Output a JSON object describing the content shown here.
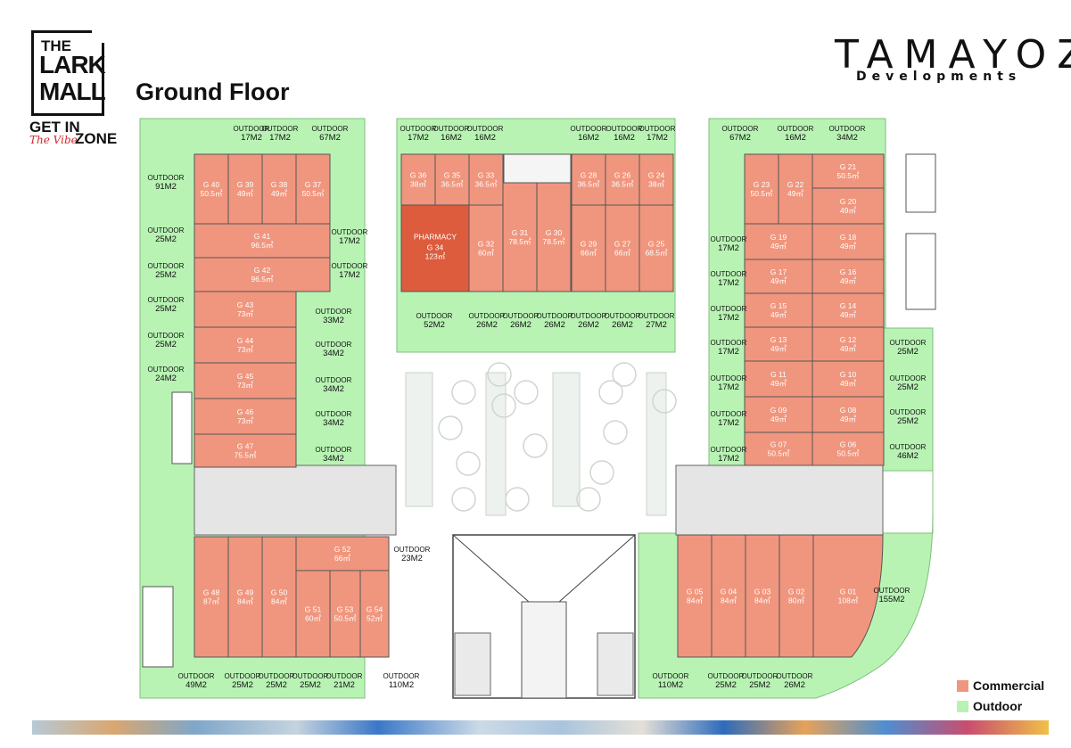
{
  "branding": {
    "mall_logo_top": "THE",
    "mall_logo_l1": "LARK",
    "mall_logo_l2": "MALL",
    "tagline_get_in": "GET IN",
    "tagline_vibe": "The Vibe",
    "tagline_zone": "ZONE",
    "developer_name": "TAMAYOZ",
    "developer_sub": "Developments"
  },
  "page_title": "Ground Floor",
  "colors": {
    "commercial": "#f0967e",
    "pharmacy": "#dd5c3e",
    "outdoor": "#b8f3b4",
    "walls": "#555555"
  },
  "legend": [
    {
      "label": "Commercial",
      "color": "#f0967e"
    },
    {
      "label": "Outdoor",
      "color": "#b8f3b4"
    }
  ],
  "units": [
    {
      "code": "G 40",
      "area": "50.5㎡"
    },
    {
      "code": "G 39",
      "area": "49㎡"
    },
    {
      "code": "G 38",
      "area": "49㎡"
    },
    {
      "code": "G 37",
      "area": "50.5㎡"
    },
    {
      "code": "G 41",
      "area": "96.5㎡"
    },
    {
      "code": "G 42",
      "area": "96.5㎡"
    },
    {
      "code": "G 43",
      "area": "73㎡"
    },
    {
      "code": "G 44",
      "area": "73㎡"
    },
    {
      "code": "G 45",
      "area": "73㎡"
    },
    {
      "code": "G 46",
      "area": "73㎡"
    },
    {
      "code": "G 47",
      "area": "75.5㎡"
    },
    {
      "code": "G 36",
      "area": "38㎡"
    },
    {
      "code": "G 35",
      "area": "36.5㎡"
    },
    {
      "code": "G 33",
      "area": "36.5㎡"
    },
    {
      "code": "G 28",
      "area": "36.5㎡"
    },
    {
      "code": "G 26",
      "area": "36.5㎡"
    },
    {
      "code": "G 24",
      "area": "38㎡"
    },
    {
      "code": "G 34",
      "area": "123㎡",
      "name": "PHARMACY"
    },
    {
      "code": "G 32",
      "area": "60㎡"
    },
    {
      "code": "G 31",
      "area": "78.5㎡"
    },
    {
      "code": "G 30",
      "area": "78.5㎡"
    },
    {
      "code": "G 29",
      "area": "66㎡"
    },
    {
      "code": "G 27",
      "area": "66㎡"
    },
    {
      "code": "G 25",
      "area": "68.5㎡"
    },
    {
      "code": "G 23",
      "area": "50.5㎡"
    },
    {
      "code": "G 22",
      "area": "49㎡"
    },
    {
      "code": "G 21",
      "area": "50.5㎡"
    },
    {
      "code": "G 20",
      "area": "49㎡"
    },
    {
      "code": "G 19",
      "area": "49㎡"
    },
    {
      "code": "G 18",
      "area": "49㎡"
    },
    {
      "code": "G 17",
      "area": "49㎡"
    },
    {
      "code": "G 16",
      "area": "49㎡"
    },
    {
      "code": "G 15",
      "area": "49㎡"
    },
    {
      "code": "G 14",
      "area": "49㎡"
    },
    {
      "code": "G 13",
      "area": "49㎡"
    },
    {
      "code": "G 12",
      "area": "49㎡"
    },
    {
      "code": "G 11",
      "area": "49㎡"
    },
    {
      "code": "G 10",
      "area": "49㎡"
    },
    {
      "code": "G 09",
      "area": "49㎡"
    },
    {
      "code": "G 08",
      "area": "49㎡"
    },
    {
      "code": "G 07",
      "area": "50.5㎡"
    },
    {
      "code": "G 06",
      "area": "50.5㎡"
    },
    {
      "code": "G 48",
      "area": "87㎡"
    },
    {
      "code": "G 49",
      "area": "84㎡"
    },
    {
      "code": "G 50",
      "area": "84㎡"
    },
    {
      "code": "G 51",
      "area": "60㎡"
    },
    {
      "code": "G 52",
      "area": "66㎡"
    },
    {
      "code": "G 53",
      "area": "50.5㎡"
    },
    {
      "code": "G 54",
      "area": "52㎡"
    },
    {
      "code": "G 05",
      "area": "84㎡"
    },
    {
      "code": "G 04",
      "area": "84㎡"
    },
    {
      "code": "G 03",
      "area": "84㎡"
    },
    {
      "code": "G 02",
      "area": "80㎡"
    },
    {
      "code": "G 01",
      "area": "108㎡"
    }
  ],
  "outdoor_labels": [
    {
      "name": "OUTDOOR",
      "size": "17M2"
    },
    {
      "name": "OUTDOOR",
      "size": "17M2"
    },
    {
      "name": "OUTDOOR",
      "size": "67M2"
    },
    {
      "name": "OUTDOOR",
      "size": "91M2"
    },
    {
      "name": "OUTDOOR",
      "size": "25M2"
    },
    {
      "name": "OUTDOOR",
      "size": "25M2"
    },
    {
      "name": "OUTDOOR",
      "size": "25M2"
    },
    {
      "name": "OUTDOOR",
      "size": "25M2"
    },
    {
      "name": "OUTDOOR",
      "size": "24M2"
    },
    {
      "name": "OUTDOOR",
      "size": "17M2"
    },
    {
      "name": "OUTDOOR",
      "size": "17M2"
    },
    {
      "name": "OUTDOOR",
      "size": "33M2"
    },
    {
      "name": "OUTDOOR",
      "size": "34M2"
    },
    {
      "name": "OUTDOOR",
      "size": "34M2"
    },
    {
      "name": "OUTDOOR",
      "size": "34M2"
    },
    {
      "name": "OUTDOOR",
      "size": "34M2"
    },
    {
      "name": "OUTDOOR",
      "size": "17M2"
    },
    {
      "name": "OUTDOOR",
      "size": "16M2"
    },
    {
      "name": "OUTDOOR",
      "size": "16M2"
    },
    {
      "name": "OUTDOOR",
      "size": "16M2"
    },
    {
      "name": "OUTDOOR",
      "size": "16M2"
    },
    {
      "name": "OUTDOOR",
      "size": "17M2"
    },
    {
      "name": "OUTDOOR",
      "size": "52M2"
    },
    {
      "name": "OUTDOOR",
      "size": "26M2"
    },
    {
      "name": "OUTDOOR",
      "size": "26M2"
    },
    {
      "name": "OUTDOOR",
      "size": "26M2"
    },
    {
      "name": "OUTDOOR",
      "size": "26M2"
    },
    {
      "name": "OUTDOOR",
      "size": "26M2"
    },
    {
      "name": "OUTDOOR",
      "size": "27M2"
    },
    {
      "name": "OUTDOOR",
      "size": "67M2"
    },
    {
      "name": "OUTDOOR",
      "size": "16M2"
    },
    {
      "name": "OUTDOOR",
      "size": "34M2"
    },
    {
      "name": "OUTDOOR",
      "size": "17M2"
    },
    {
      "name": "OUTDOOR",
      "size": "17M2"
    },
    {
      "name": "OUTDOOR",
      "size": "17M2"
    },
    {
      "name": "OUTDOOR",
      "size": "17M2"
    },
    {
      "name": "OUTDOOR",
      "size": "17M2"
    },
    {
      "name": "OUTDOOR",
      "size": "17M2"
    },
    {
      "name": "OUTDOOR",
      "size": "17M2"
    },
    {
      "name": "OUTDOOR",
      "size": "25M2"
    },
    {
      "name": "OUTDOOR",
      "size": "25M2"
    },
    {
      "name": "OUTDOOR",
      "size": "25M2"
    },
    {
      "name": "OUTDOOR",
      "size": "46M2"
    },
    {
      "name": "OUTDOOR",
      "size": "23M2"
    },
    {
      "name": "OUTDOOR",
      "size": "155M2"
    },
    {
      "name": "OUTDOOR",
      "size": "49M2"
    },
    {
      "name": "OUTDOOR",
      "size": "25M2"
    },
    {
      "name": "OUTDOOR",
      "size": "25M2"
    },
    {
      "name": "OUTDOOR",
      "size": "25M2"
    },
    {
      "name": "OUTDOOR",
      "size": "21M2"
    },
    {
      "name": "OUTDOOR",
      "size": "110M2"
    },
    {
      "name": "OUTDOOR",
      "size": "110M2"
    },
    {
      "name": "OUTDOOR",
      "size": "25M2"
    },
    {
      "name": "OUTDOOR",
      "size": "25M2"
    },
    {
      "name": "OUTDOOR",
      "size": "26M2"
    }
  ]
}
